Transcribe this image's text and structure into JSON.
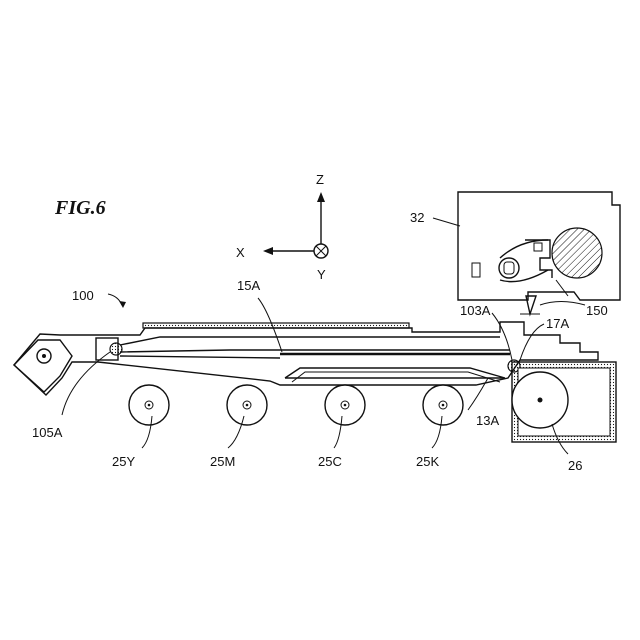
{
  "figure_title": "FIG.6",
  "axes": {
    "z": "Z",
    "x": "X",
    "y": "Y"
  },
  "labels": {
    "unit_100": "100",
    "belt_15a": "15A",
    "unit_32": "32",
    "part_103a": "103A",
    "part_150": "150",
    "part_17a": "17A",
    "part_105a": "105A",
    "part_13a": "13A",
    "drum_25y": "25Y",
    "drum_25m": "25M",
    "drum_25c": "25C",
    "drum_25k": "25K",
    "roller_26": "26"
  }
}
